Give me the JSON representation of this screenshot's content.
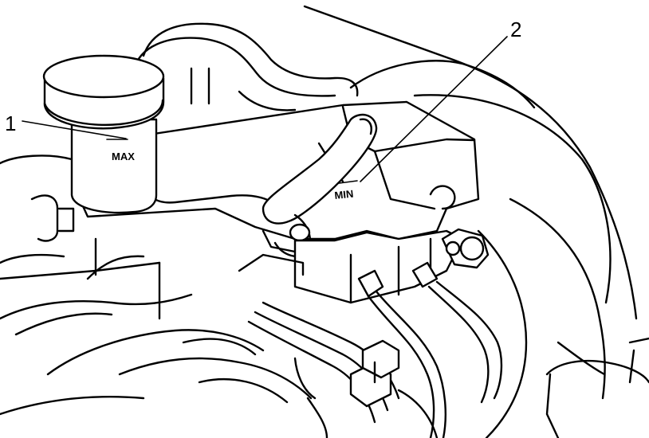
{
  "callouts": {
    "one": "1",
    "two": "2"
  },
  "reservoir_marks": {
    "max": "MAX",
    "min": "MIN"
  },
  "colors": {
    "line": "#000000",
    "background": "#ffffff"
  }
}
